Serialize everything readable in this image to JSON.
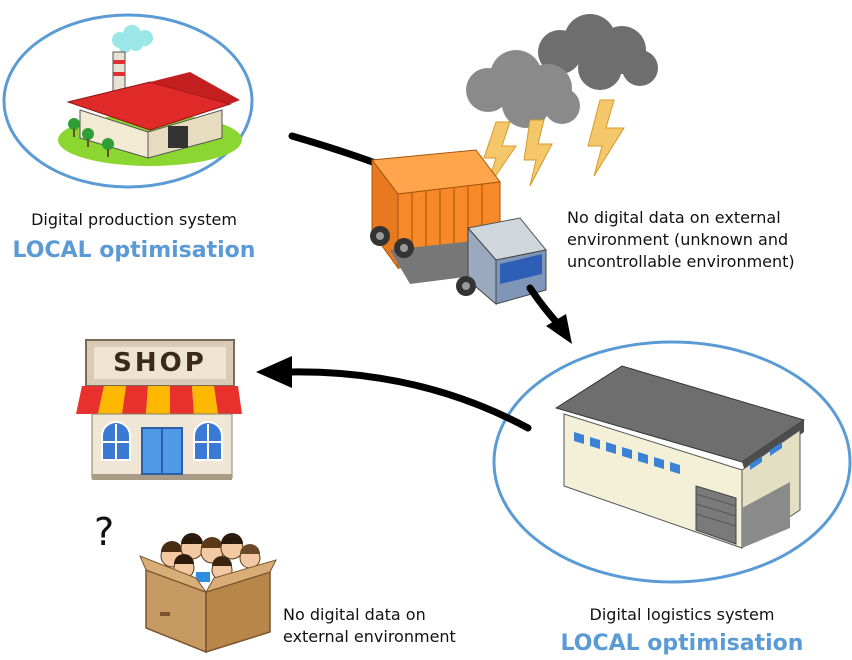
{
  "colors": {
    "ellipse_stroke": "#5b9bd5",
    "accent_text": "#5b9bd5",
    "arrow": "#000000"
  },
  "production": {
    "icon": "factory-icon",
    "caption": "Digital production system",
    "optimisation": "LOCAL optimisation"
  },
  "logistics": {
    "icon": "warehouse-icon",
    "caption": "Digital logistics system",
    "optimisation": "LOCAL optimisation"
  },
  "transport": {
    "icon": "truck-icon",
    "weather_icon": "storm-cloud-icon",
    "note_lines": [
      "No digital data on external",
      "environment (unknown and",
      "uncontrollable environment)"
    ]
  },
  "shop": {
    "icon": "shop-icon",
    "sign": "SHOP"
  },
  "customers": {
    "icon": "box-of-people-icon",
    "question": "?",
    "note_lines": [
      "No digital data on",
      "external environment"
    ]
  }
}
